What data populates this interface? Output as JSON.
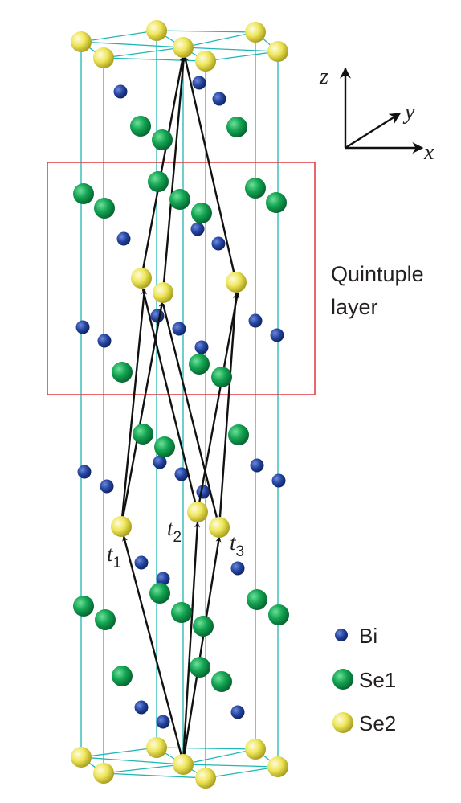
{
  "colors": {
    "cell_lines": "#1fb7b4",
    "bi": "#1e3f9a",
    "se1": "#0f9a4a",
    "se2": "#e6e04a",
    "arrows": "#111111",
    "box": "#e0353a"
  },
  "quintuple_label": {
    "line1": "Quintuple",
    "line2": "layer"
  },
  "axes": {
    "z": "z",
    "y": "y",
    "x": "x"
  },
  "vectors": {
    "t1": {
      "t": "t",
      "sub": "1"
    },
    "t2": {
      "t": "t",
      "sub": "2"
    },
    "t3": {
      "t": "t",
      "sub": "3"
    }
  },
  "legend": [
    {
      "label": "Bi",
      "atom": "bi"
    },
    {
      "label": "Se1",
      "atom": "se1"
    },
    {
      "label": "Se2",
      "atom": "se2"
    }
  ]
}
